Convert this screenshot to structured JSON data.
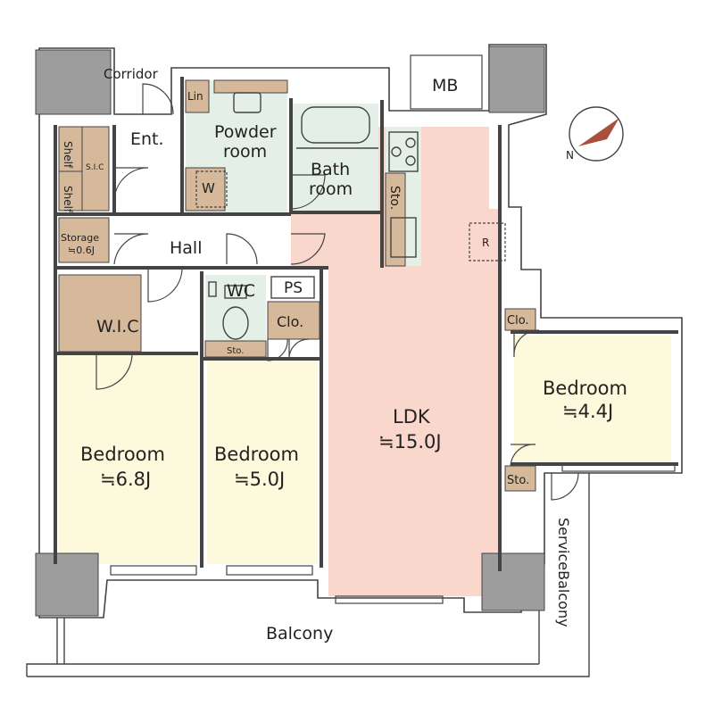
{
  "plan": {
    "colors": {
      "ldk_floor": "#fad7cc",
      "bedroom_floor": "#fcf9dc",
      "wet_floor": "#e3efe7",
      "storage_floor": "#d6b99a",
      "wall": "#444444",
      "pillar": "#9d9d9d",
      "compass_arrow": "#a8503d"
    },
    "labels": {
      "corridor": "Corridor",
      "mb": "MB",
      "lin": "Lin",
      "powder_line1": "Powder",
      "powder_line2": "room",
      "ent": "Ent.",
      "shelf1": "Shelf",
      "shelf2": "Shelf",
      "sic": "S.I.C",
      "w": "W",
      "bath_line1": "Bath",
      "bath_line2": "room",
      "sto_kitchen": "Sto.",
      "r": "R",
      "storage": "Storage",
      "storage_size": "≒0.6J",
      "hall": "Hall",
      "wc": "WC",
      "ps": "PS",
      "wic": "W.I.C",
      "clo_middle": "Clo.",
      "clo_right": "Clo.",
      "sto_wc": "Sto.",
      "sto_right": "Sto.",
      "bedroom_right_name": "Bedroom",
      "bedroom_right_size": "≒4.4J",
      "ldk_name": "LDK",
      "ldk_size": "≒15.0J",
      "bedroom_left_name": "Bedroom",
      "bedroom_left_size": "≒6.8J",
      "bedroom_middle_name": "Bedroom",
      "bedroom_middle_size": "≒5.0J",
      "balcony": "Balcony",
      "service_balcony": "ServiceBalcony",
      "compass_n": "N"
    }
  }
}
